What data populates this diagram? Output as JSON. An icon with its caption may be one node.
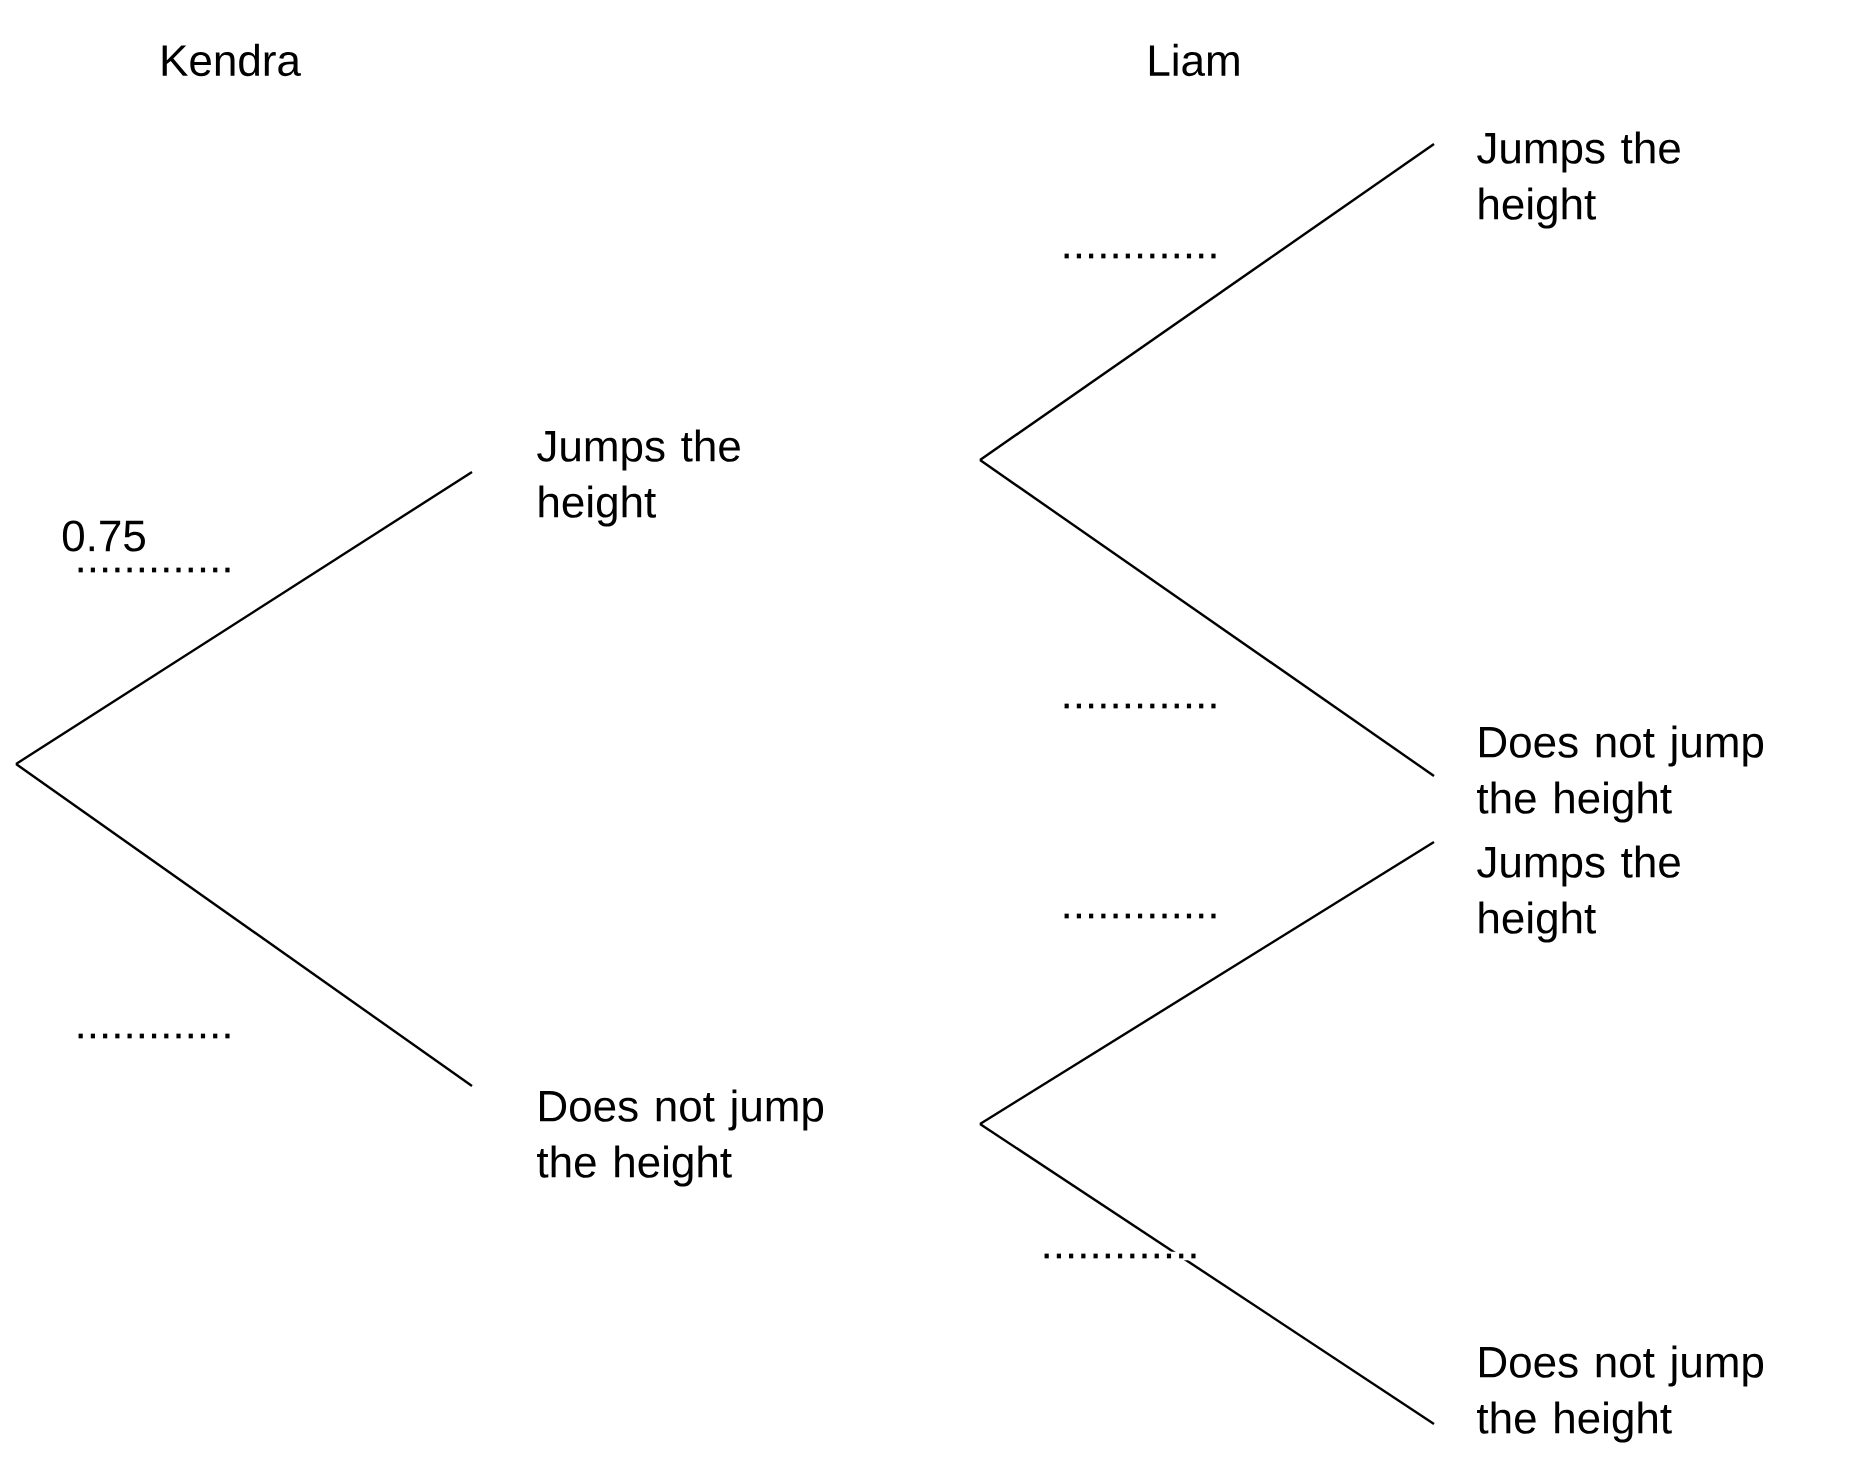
{
  "diagram": {
    "nodes": [
      {
        "text": [
          "Jumps the height"
        ]
      },
      {
        "text": [
          "Does not jump the height"
        ]
      },
      {
        "text": [
          "Jumps the height"
        ]
      },
      {
        "text": [
          "Does not jump the height"
        ]
      },
      {
        "text": [
          "Jumps the height"
        ]
      },
      {
        "text": [
          "Does not jump the height"
        ]
      }
    ],
    "edges": [
      {
        "from": null,
        "to": 0,
        "arrow": "none",
        "label": "............."
      },
      {
        "from": null,
        "to": 1,
        "arrow": "none",
        "label": "............."
      },
      {
        "from": null,
        "to": 2,
        "arrow": "none",
        "label": "............."
      },
      {
        "from": null,
        "to": 3,
        "arrow": "none",
        "label": "............."
      },
      {
        "from": null,
        "to": 4,
        "arrow": "none",
        "label": "............."
      },
      {
        "from": null,
        "to": 5,
        "arrow": "none",
        "label": "............."
      }
    ],
    "labels": [
      "Kendra",
      "Liam",
      "0.75"
    ]
  }
}
